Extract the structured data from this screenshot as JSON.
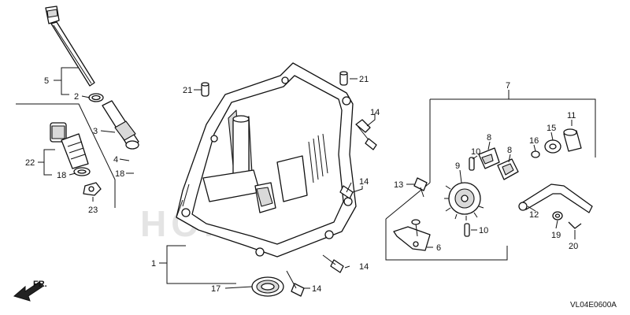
{
  "diagram": {
    "code": "VL04E0600A",
    "direction": "FR.",
    "callouts": {
      "c1": "1",
      "c2": "2",
      "c3": "3",
      "c4": "4",
      "c5": "5",
      "c6": "6",
      "c7": "7",
      "c8a": "8",
      "c8b": "8",
      "c9": "9",
      "c10a": "10",
      "c10b": "10",
      "c11": "11",
      "c12": "12",
      "c13": "13",
      "c14a": "14",
      "c14b": "14",
      "c14c": "14",
      "c14d": "14",
      "c15": "15",
      "c16": "16",
      "c17": "17",
      "c18a": "18",
      "c18b": "18",
      "c19": "19",
      "c20": "20",
      "c21a": "21",
      "c21b": "21",
      "c22": "22",
      "c23": "23"
    }
  }
}
